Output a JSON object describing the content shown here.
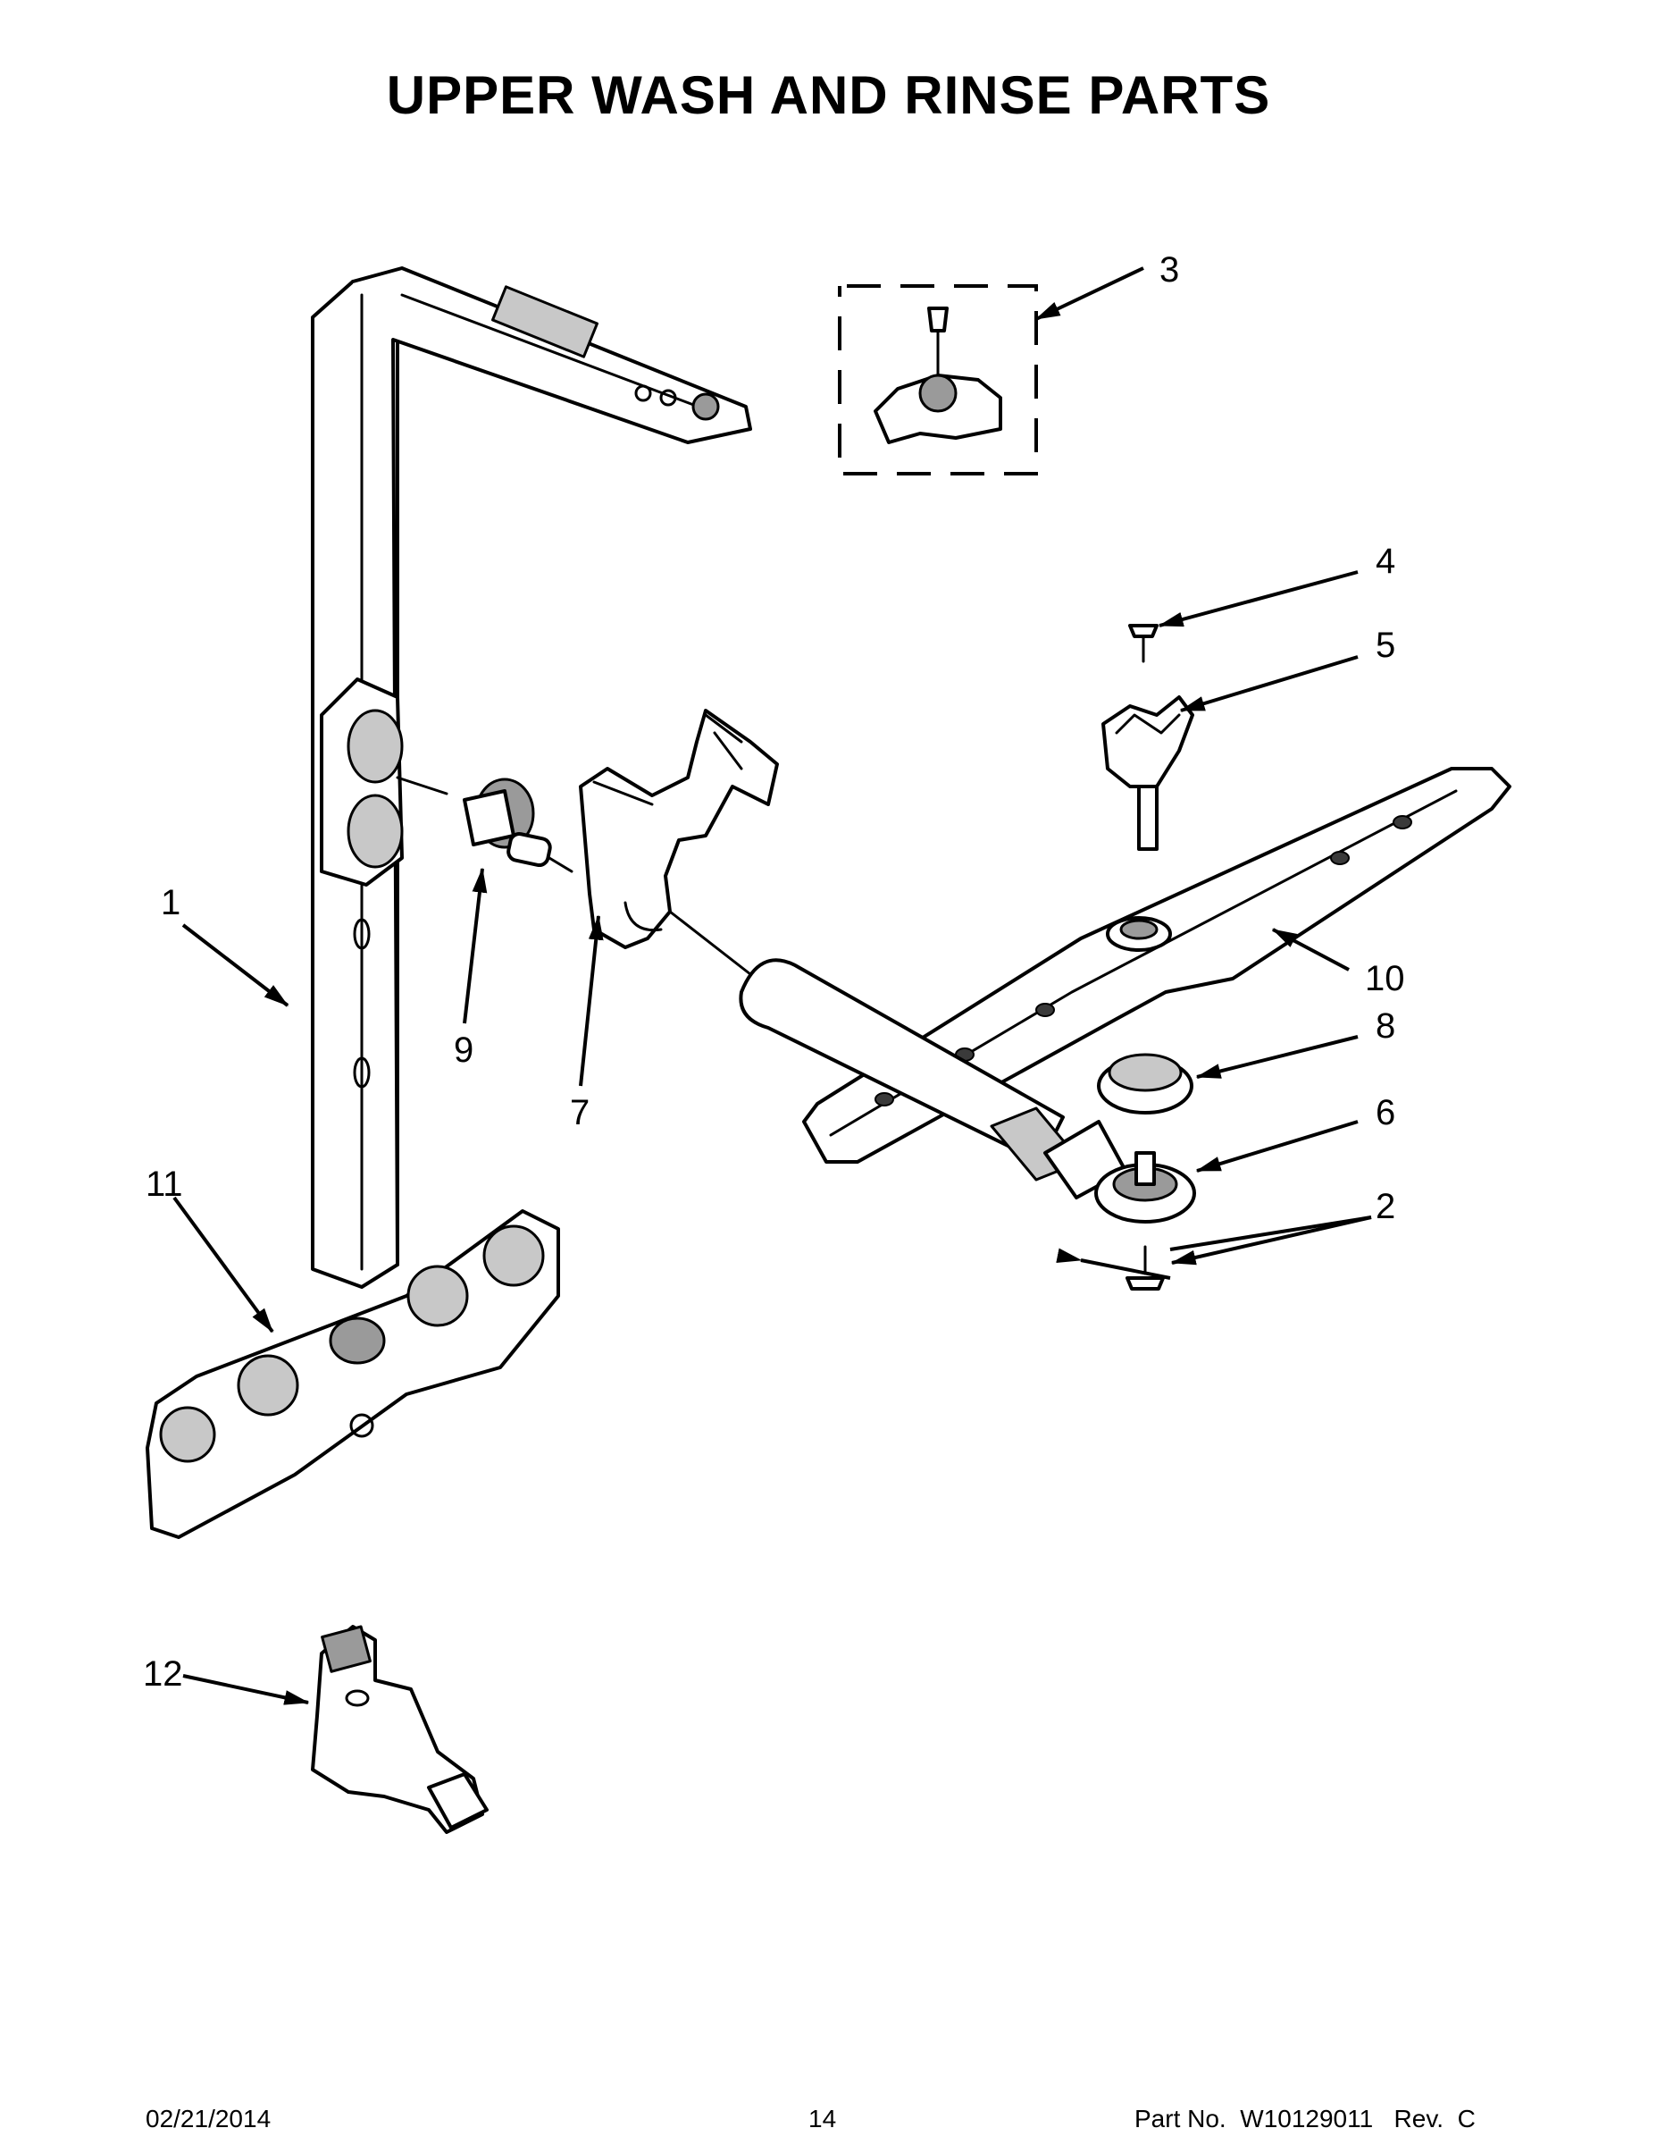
{
  "page_title": "UPPER WASH AND RINSE PARTS",
  "callouts": {
    "p1": "1",
    "p2": "2",
    "p3": "3",
    "p4": "4",
    "p5": "5",
    "p6": "6",
    "p7": "7",
    "p8": "8",
    "p9": "9",
    "p10": "10",
    "p11": "11",
    "p12": "12"
  },
  "footer": {
    "date": "02/21/2014",
    "page_number": "14",
    "part_number": "Part No.  W10129011   Rev.  C"
  }
}
